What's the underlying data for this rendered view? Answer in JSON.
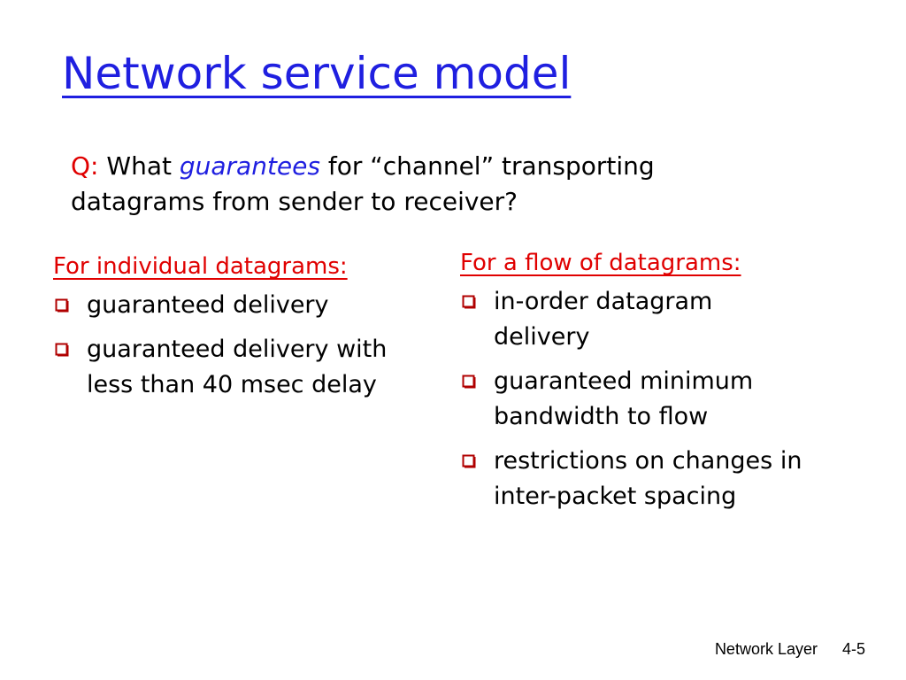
{
  "title": "Network service model",
  "question": {
    "label": "Q:",
    "text_before": " What ",
    "emphasis": "guarantees",
    "text_after": " for “channel” transporting datagrams from sender to receiver?"
  },
  "left_column": {
    "heading": "For individual datagrams:",
    "items": [
      "guaranteed delivery",
      "guaranteed delivery with less than 40 msec delay"
    ]
  },
  "right_column": {
    "heading": "For a flow of datagrams:",
    "items": [
      "in-order datagram delivery",
      "guaranteed minimum bandwidth to flow",
      "restrictions on changes in inter-packet spacing"
    ]
  },
  "footer": {
    "section": "Network Layer",
    "page": "4-5"
  },
  "colors": {
    "title": "#1f1fe0",
    "accent_red": "#e00000",
    "bullet": "#b00000"
  },
  "icons": {
    "bullet": "square-bullet-icon"
  }
}
